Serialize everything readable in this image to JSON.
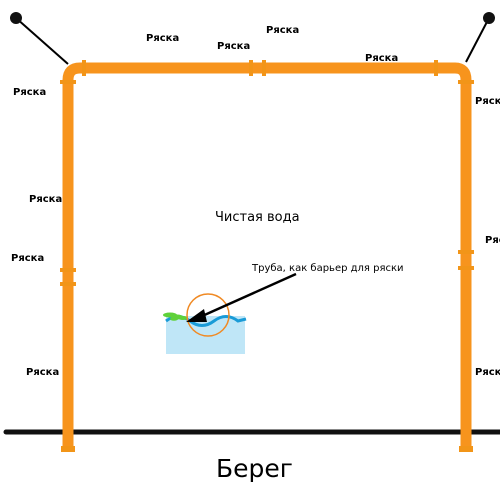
{
  "diagram": {
    "duckweed_label": "Ряска",
    "clean_water_label": "Чистая вода",
    "pipe_callout": "Труба, как барьер для ряски",
    "shore_label": "Берег",
    "colors": {
      "pipe": "#f7941d",
      "pipe_joint": "#f29518",
      "shore_line": "#111111",
      "anchor_rope": "#000000",
      "anchor_buoy": "#111111",
      "water_fill": "#bfe6f7",
      "water_wave": "#1a9bd7",
      "duckweed": "#5fd13a",
      "callout_circle": "#f08a24",
      "callout_arrow": "#000000"
    },
    "icons": {
      "anchor": "buoy-dot-icon",
      "duckweed": "duckweed-icon",
      "water": "water-wave-icon"
    }
  }
}
